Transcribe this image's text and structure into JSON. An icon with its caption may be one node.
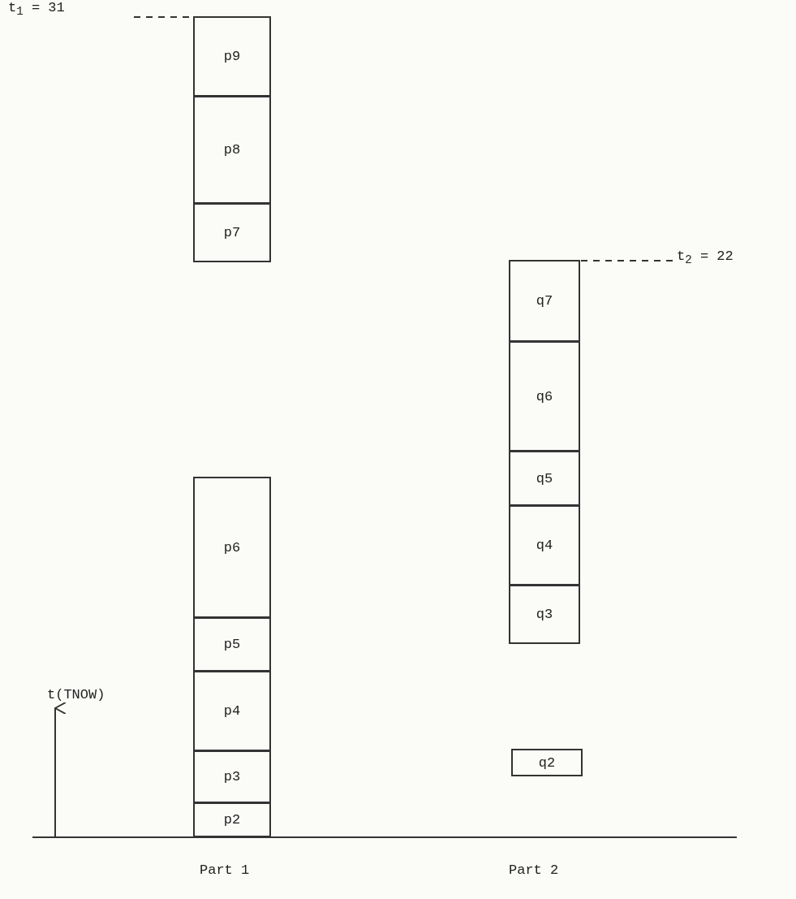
{
  "diagram": {
    "nodes": [
      {
        "text": [
          "p9"
        ]
      },
      {
        "text": [
          "p8"
        ]
      },
      {
        "text": [
          "p7"
        ]
      },
      {
        "text": [
          "p6"
        ]
      },
      {
        "text": [
          "p5"
        ]
      },
      {
        "text": [
          "p4"
        ]
      },
      {
        "text": [
          "p3"
        ]
      },
      {
        "text": [
          "p2"
        ]
      },
      {
        "text": [
          "q7"
        ]
      },
      {
        "text": [
          "q6"
        ]
      },
      {
        "text": [
          "q5"
        ]
      },
      {
        "text": [
          "q4"
        ]
      },
      {
        "text": [
          "q3"
        ]
      },
      {
        "text": [
          "q2"
        ]
      }
    ],
    "labels": [
      "t$_{1}$ = 31",
      "t$_{2}$ = 22",
      "t(TNOW)",
      "Part 1",
      "Part 2"
    ]
  }
}
